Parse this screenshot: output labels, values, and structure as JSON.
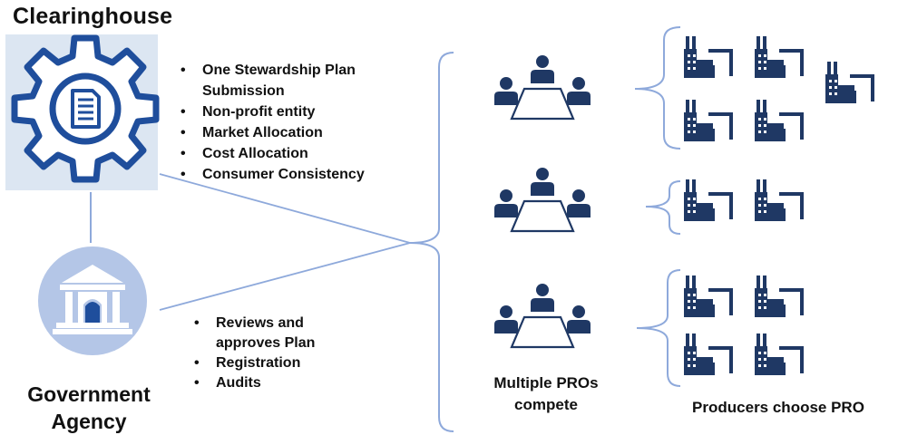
{
  "clearinghouse": {
    "title": "Clearinghouse",
    "duties": [
      "One Stewardship Plan",
      "Submission",
      "Non-profit entity",
      "Market Allocation",
      "Cost Allocation",
      "Consumer Consistency"
    ]
  },
  "agency": {
    "title_line1": "Government",
    "title_line2": "Agency",
    "duties": [
      "Reviews and",
      "approves Plan",
      "Registration",
      "Audits"
    ]
  },
  "labels": {
    "pros_line1": "Multiple PROs",
    "pros_line2": "compete",
    "producers": "Producers choose PRO"
  },
  "colors": {
    "navy": "#1f3864",
    "light_blue": "#b4c6e7",
    "connector": "#8ea9db",
    "gear_bg": "#dce6f2"
  },
  "icons": {
    "clearinghouse": "gear-document-icon",
    "agency": "government-building-icon",
    "pro": "meeting-table-icon",
    "producer": "factory-icon"
  }
}
